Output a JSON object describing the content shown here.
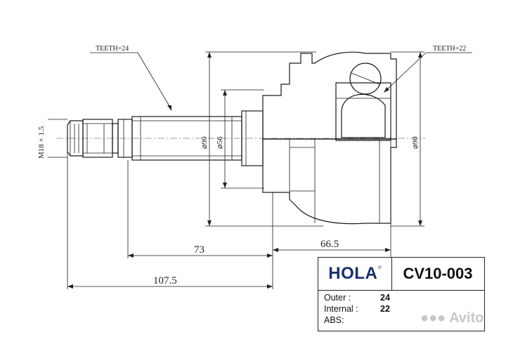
{
  "drawing": {
    "teeth_outer_label": "TEETH=24",
    "teeth_inner_label": "TEETH=22",
    "thread_label": "M18 × 1.5",
    "dia_90_left": "⌀90",
    "dia_56": "⌀56",
    "dia_90_right": "⌀90",
    "dim_73": "73",
    "dim_66_5": "66.5",
    "dim_107_5": "107.5"
  },
  "card": {
    "brand": "HOLA",
    "part_number": "CV10-003",
    "specs": [
      {
        "key": "Outer :",
        "value": "24"
      },
      {
        "key": "Internal :",
        "value": "22"
      },
      {
        "key": "ABS:",
        "value": ""
      }
    ]
  },
  "watermark": "Avito"
}
